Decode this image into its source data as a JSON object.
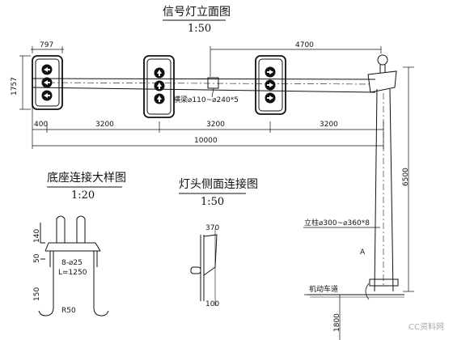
{
  "titles": {
    "elevation_title": "信号灯立面图",
    "elevation_scale": "1:50",
    "base_title": "底座连接大样图",
    "base_scale": "1:20",
    "head_title": "灯头侧面连接图",
    "head_scale": "1:50"
  },
  "dimensions": {
    "d797": "797",
    "d1757": "1757",
    "d4700": "4700",
    "d400": "400",
    "d3200a": "3200",
    "d3200b": "3200",
    "d3200c": "3200",
    "d10000": "10000",
    "d6500": "6500",
    "d370": "370",
    "d100": "100",
    "d140": "140",
    "d500": "50",
    "d150": "150",
    "d1800": "1800"
  },
  "labels": {
    "crossarm": "横梁⌀110~⌀240*5",
    "pole": "立柱⌀300~⌀360*8",
    "bolts": "8-⌀25",
    "bolt_len": "L=1250",
    "r50": "R50",
    "lane": "机动车道",
    "marker_a": "A",
    "watermark": "CC资料网"
  },
  "icons": {
    "signal_arrows": "arrow-left-icon x3, arrow-up-icon x3, arrow-right-icon x3"
  }
}
